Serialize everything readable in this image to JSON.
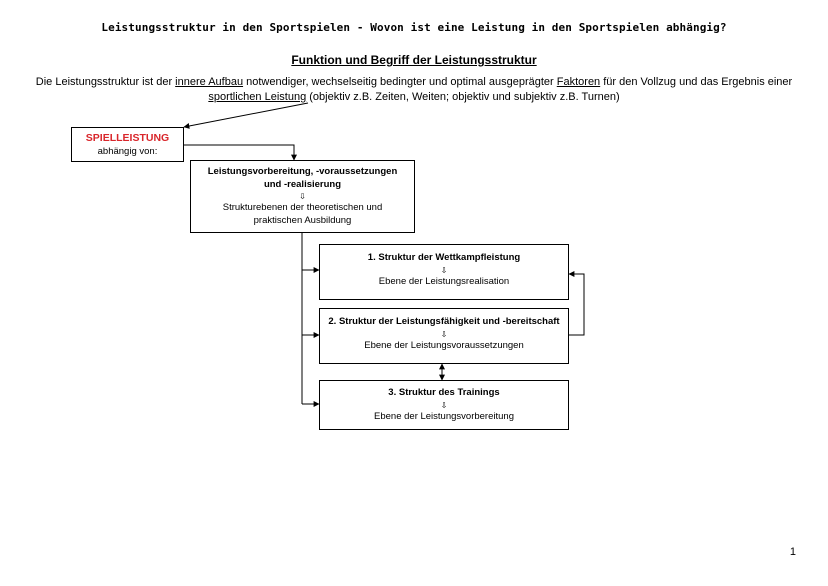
{
  "title": "Leistungsstruktur in den Sportspielen - Wovon ist eine Leistung in den Sportspielen abhängig?",
  "subtitle": "Funktion und Begriff der Leistungsstruktur",
  "definition": {
    "p1": "Die Leistungsstruktur ist der ",
    "u1": "innere Aufbau",
    "p2": " notwendiger, wechselseitig bedingter und optimal ausgeprägter ",
    "u2": "Faktoren",
    "p3": " für den Vollzug und das Ergebnis einer ",
    "u3": "sportlichen Leistung",
    "p4": " (objektiv z.B. Zeiten, Weiten; objektiv und subjektiv z.B. Turnen)"
  },
  "boxes": {
    "spielleistung": {
      "heading": "SPIELLEISTUNG",
      "text": "abhängig von:"
    },
    "vorbereitung": {
      "heading": "Leistungsvorbereitung, -voraussetzungen und -realisierung",
      "arrow": "⇩",
      "text": "Strukturebenen der theoretischen und praktischen Ausbildung"
    },
    "wettkampf": {
      "heading": "1. Struktur der Wettkampfleistung",
      "arrow": "⇩",
      "text": "Ebene der Leistungsrealisation"
    },
    "faehigkeit": {
      "heading": "2. Struktur der Leistungsfähigkeit und -bereitschaft",
      "arrow": "⇩",
      "text": "Ebene der Leistungsvoraussetzungen"
    },
    "training": {
      "heading": "3. Struktur des Trainings",
      "arrow": "⇩",
      "text": "Ebene der Leistungsvorbereitung"
    }
  },
  "page_number": "1"
}
